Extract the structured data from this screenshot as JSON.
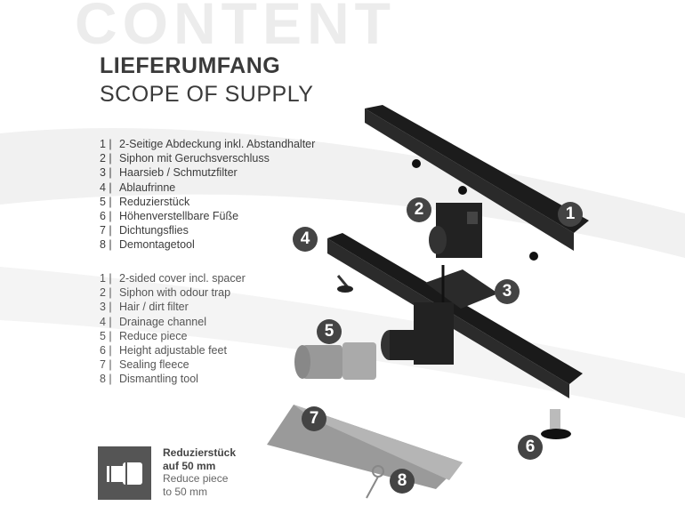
{
  "watermark": "CONTENT",
  "title": "LIEFERUMFANG",
  "subtitle": "SCOPE OF SUPPLY",
  "list_de": [
    {
      "num": "1 |",
      "text": "2-Seitige Abdeckung inkl. Abstandhalter"
    },
    {
      "num": "2 |",
      "text": "Siphon mit Geruchsverschluss"
    },
    {
      "num": "3 |",
      "text": "Haarsieb / Schmutzfilter"
    },
    {
      "num": "4 |",
      "text": "Ablaufrinne"
    },
    {
      "num": "5 |",
      "text": "Reduzierstück"
    },
    {
      "num": "6 |",
      "text": "Höhenverstellbare Füße"
    },
    {
      "num": "7 |",
      "text": "Dichtungsflies"
    },
    {
      "num": "8 |",
      "text": "Demontagetool"
    }
  ],
  "list_en": [
    {
      "num": "1 |",
      "text": "2-sided cover incl. spacer"
    },
    {
      "num": "2 |",
      "text": "Siphon with odour trap"
    },
    {
      "num": "3 |",
      "text": "Hair / dirt filter"
    },
    {
      "num": "4 |",
      "text": "Drainage channel"
    },
    {
      "num": "5 |",
      "text": "Reduce piece"
    },
    {
      "num": "6 |",
      "text": "Height adjustable feet"
    },
    {
      "num": "7 |",
      "text": "Sealing fleece"
    },
    {
      "num": "8 |",
      "text": "Dismantling tool"
    }
  ],
  "info": {
    "de_line1": "Reduzierstück",
    "de_line2": "auf 50 mm",
    "en_line1": "Reduce piece",
    "en_line2": "to 50 mm"
  },
  "badges": [
    "1",
    "2",
    "3",
    "4",
    "5",
    "6",
    "7",
    "8"
  ]
}
